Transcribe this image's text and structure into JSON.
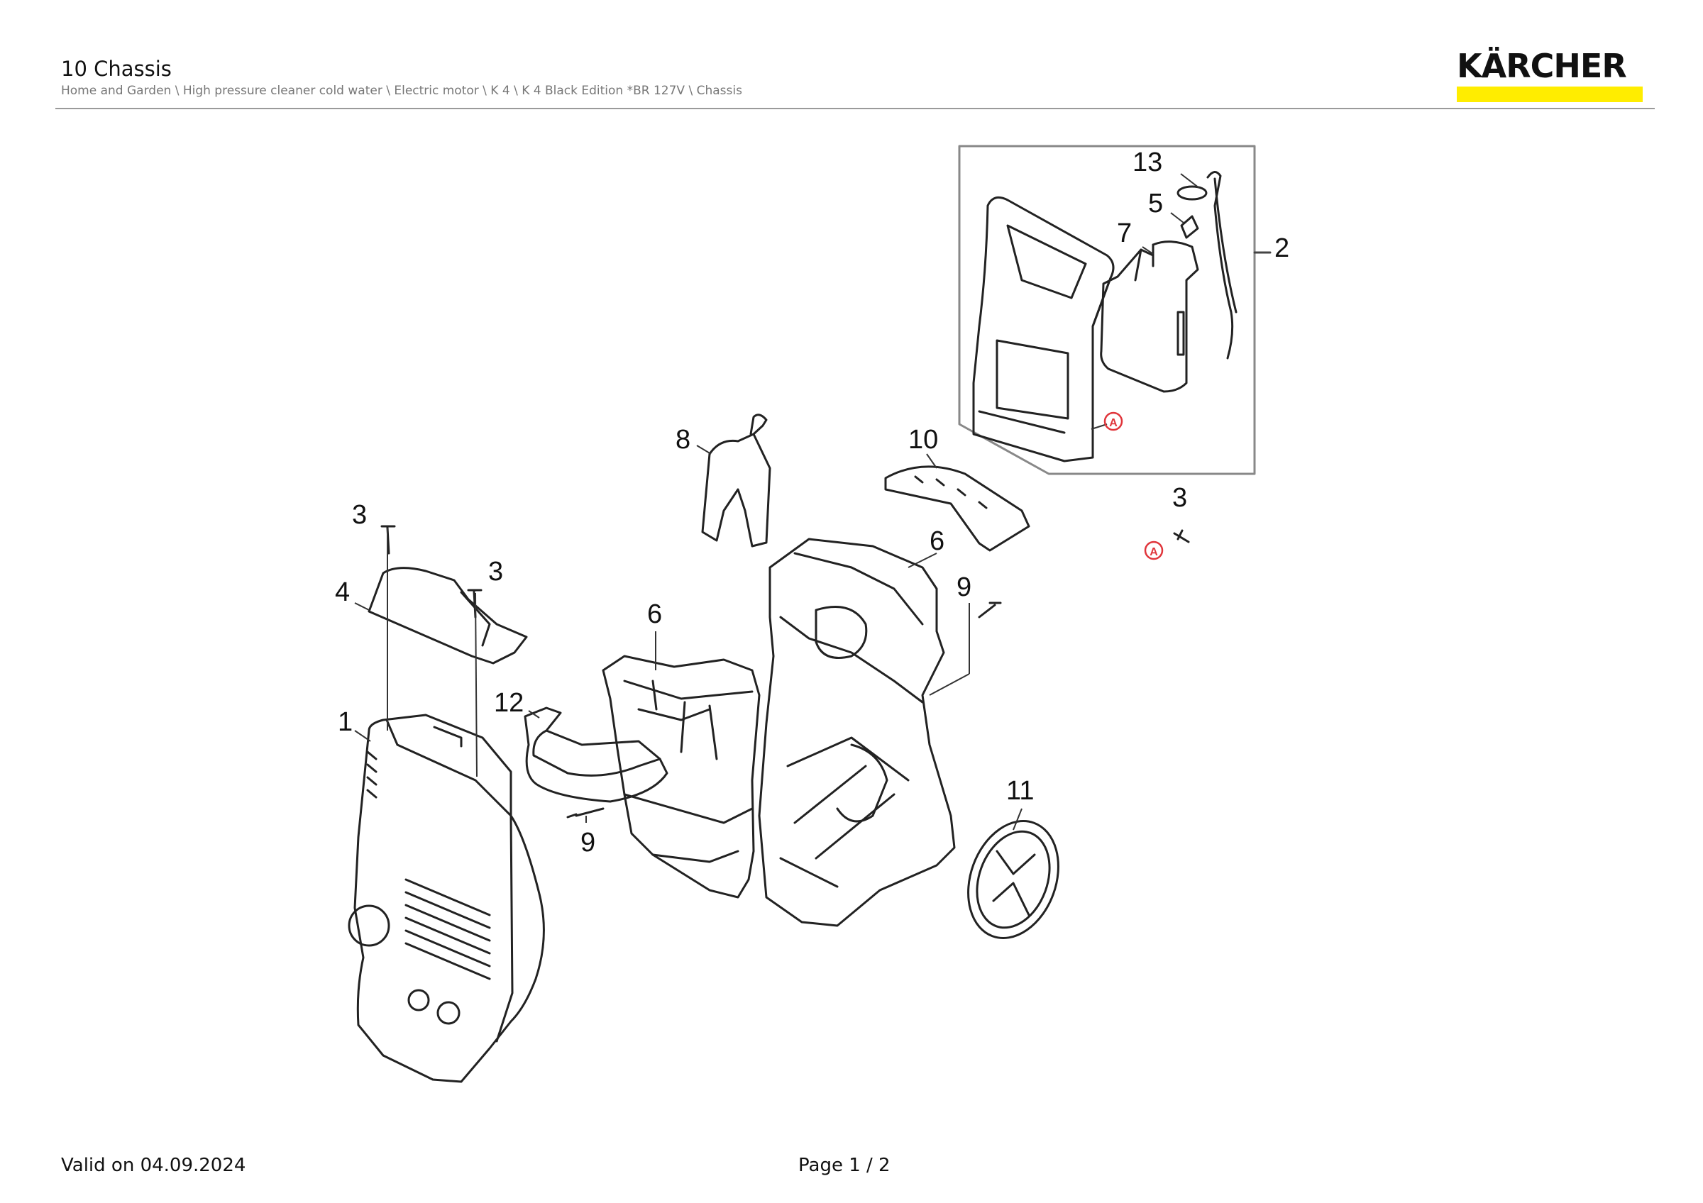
{
  "header": {
    "title": "10 Chassis",
    "breadcrumb": "Home and Garden \\ High pressure cleaner cold water \\ Electric motor \\ K 4 \\ K 4 Black Edition *BR 127V \\ Chassis"
  },
  "logo": {
    "text": "KÄRCHER",
    "accent_color": "#ffed00"
  },
  "diagram": {
    "callouts": [
      "13",
      "5",
      "7",
      "2",
      "8",
      "10",
      "3",
      "6",
      "9",
      "3",
      "4",
      "3",
      "6",
      "12",
      "1",
      "11",
      "9"
    ],
    "marker": "A",
    "marker_color": "#e0353b"
  },
  "footer": {
    "valid": "Valid on 04.09.2024",
    "page": "Page 1 / 2"
  }
}
